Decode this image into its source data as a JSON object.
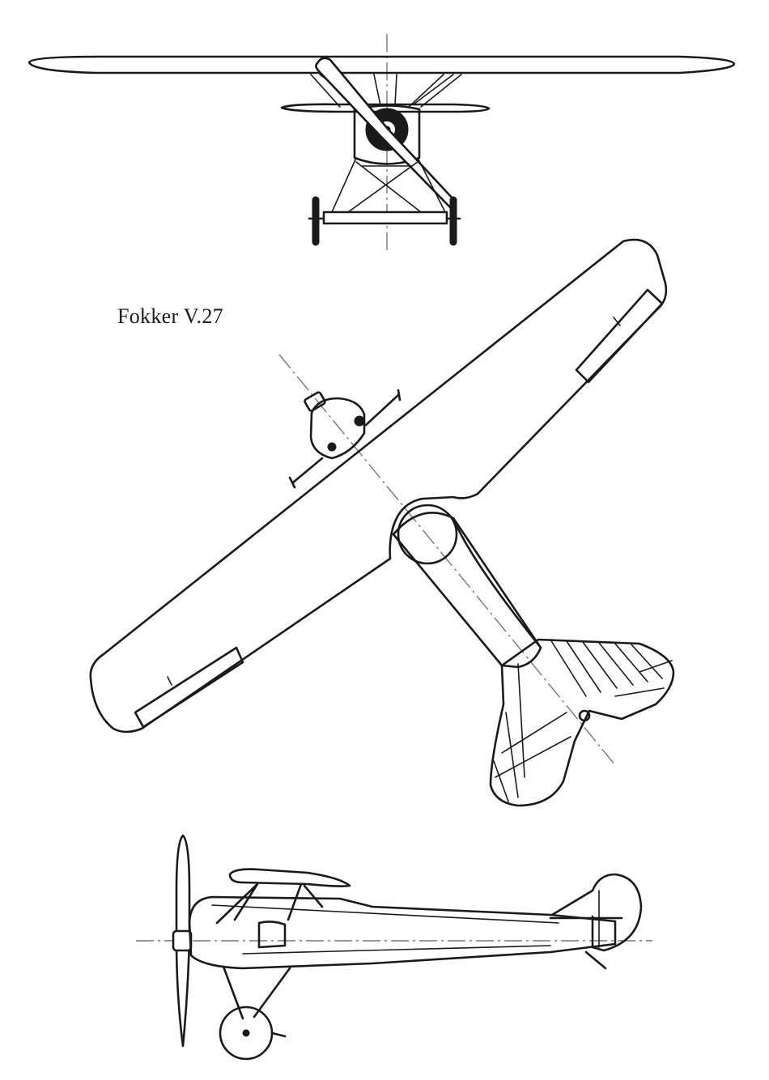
{
  "title": "Fokker V.27",
  "views": [
    "front-view",
    "top-view",
    "side-view"
  ],
  "colors": {
    "ink": "#1a1a1a",
    "paper": "#ffffff",
    "centerline": "#777777"
  }
}
